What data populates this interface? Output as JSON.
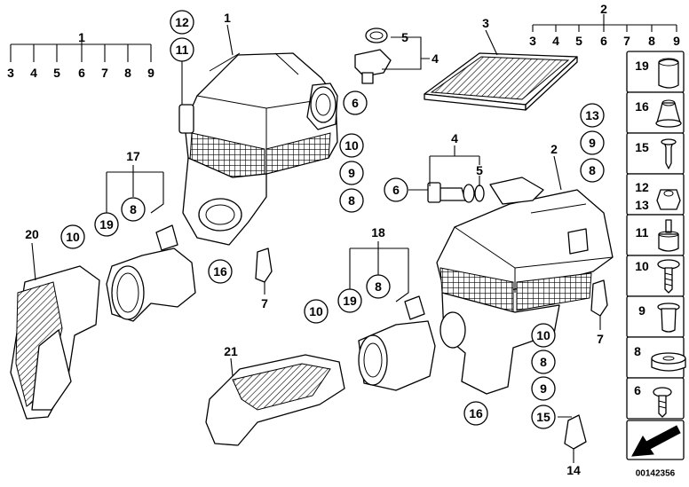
{
  "diagram": {
    "reference_number": "00142356",
    "labels": {
      "p1": "1",
      "p2": "2",
      "p3": "3",
      "p4": "4",
      "p5": "5",
      "p6": "6",
      "p7": "7",
      "p8": "8",
      "p9": "9",
      "p10": "10",
      "p11": "11",
      "p12": "12",
      "p13": "13",
      "p14": "14",
      "p15": "15",
      "p16": "16",
      "p17": "17",
      "p18": "18",
      "p19": "19",
      "p20": "20",
      "p21": "21"
    },
    "sidebar": [
      {
        "label": "19"
      },
      {
        "label": "16"
      },
      {
        "label": "15"
      },
      {
        "label": "12",
        "label2": "13"
      },
      {
        "label": "11"
      },
      {
        "label": "10"
      },
      {
        "label": "9"
      },
      {
        "label": "8"
      },
      {
        "label": "6"
      }
    ]
  }
}
